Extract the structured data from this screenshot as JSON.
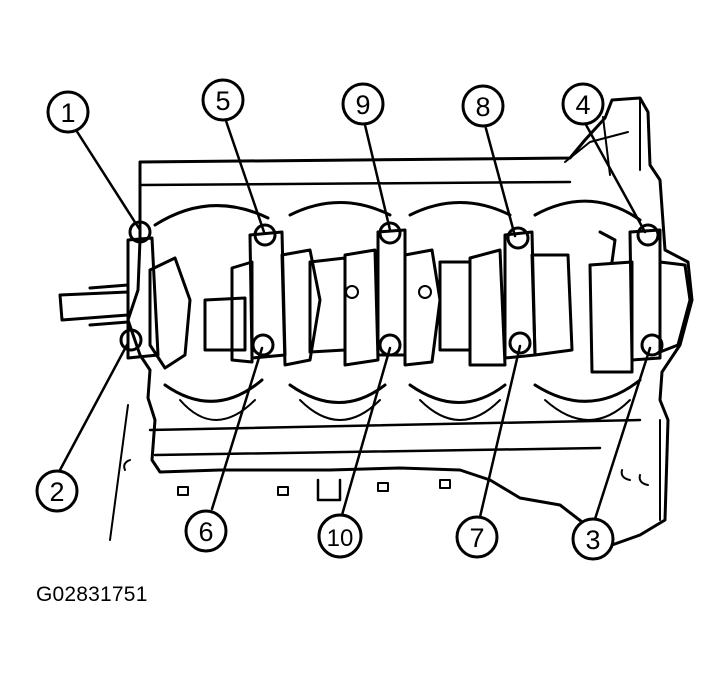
{
  "figure_code": "G02831751",
  "callouts": [
    "1",
    "2",
    "3",
    "4",
    "5",
    "6",
    "7",
    "8",
    "9",
    "10"
  ],
  "colors": {
    "ink": "#000000",
    "background": "#ffffff"
  }
}
